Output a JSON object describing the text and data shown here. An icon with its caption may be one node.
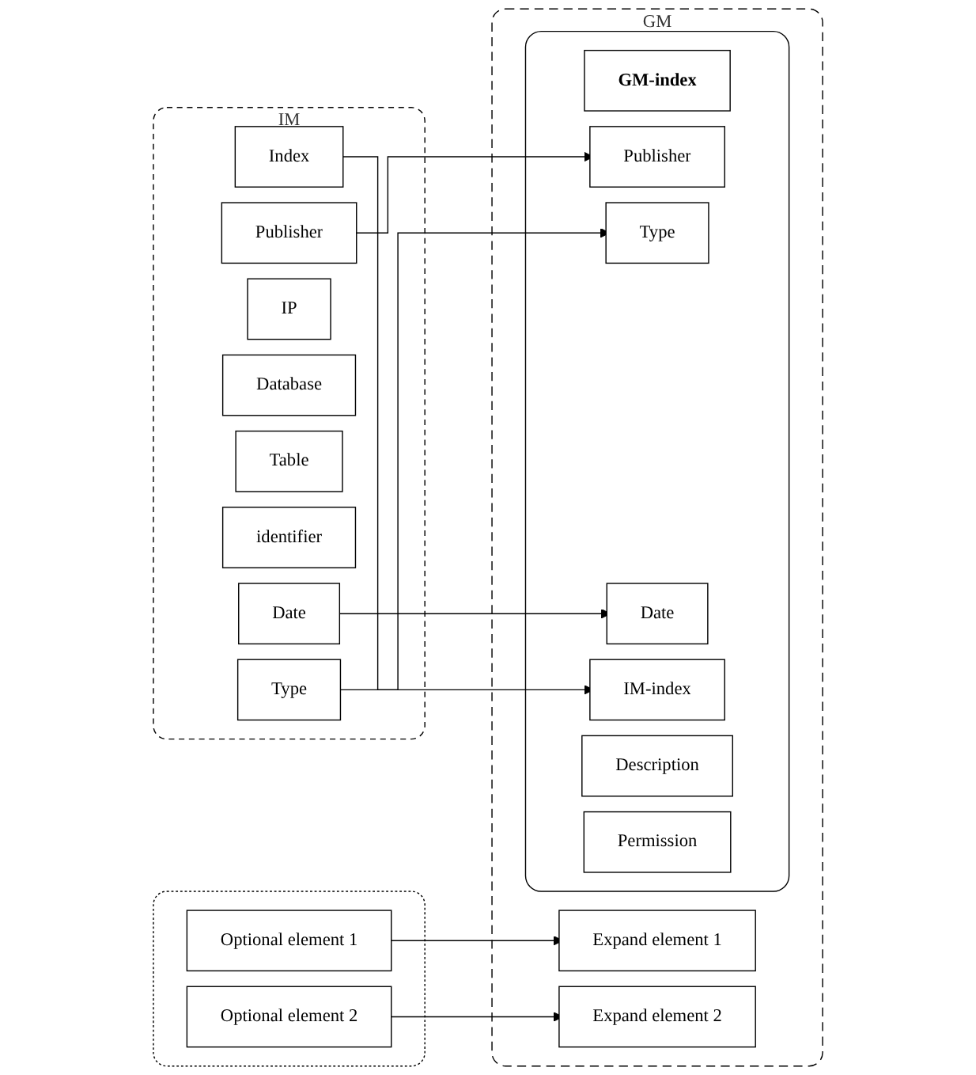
{
  "diagram": {
    "nodes": [
      {
        "text": [
          "IM"
        ]
      },
      {
        "text": [
          "Index"
        ],
        "in": 0
      },
      {
        "text": [
          "Publisher"
        ],
        "in": 0
      },
      {
        "text": [
          "IP"
        ],
        "in": 0
      },
      {
        "text": [
          "Database"
        ],
        "in": 0
      },
      {
        "text": [
          "Table"
        ],
        "in": 0
      },
      {
        "text": [
          "identifier"
        ],
        "in": 0
      },
      {
        "text": [
          "Date"
        ],
        "in": 0
      },
      {
        "text": [
          "Type"
        ],
        "in": 0
      },
      {
        "text": [
          "GM"
        ]
      },
      {
        "text": [],
        "shape": "box",
        "in": 9
      },
      {
        "text": [
          "GM-index"
        ],
        "in": 10
      },
      {
        "text": [
          "Publisher"
        ],
        "in": 10
      },
      {
        "text": [
          "Type"
        ],
        "in": 10
      },
      {
        "text": [
          "Date"
        ],
        "in": 10
      },
      {
        "text": [
          "IM-index"
        ],
        "in": 10
      },
      {
        "text": [
          "Description"
        ],
        "in": 10
      },
      {
        "text": [
          "Permission"
        ],
        "in": 10
      },
      {
        "text": [],
        "shape": "box"
      },
      {
        "text": [
          "Optional element 1"
        ],
        "in": 18
      },
      {
        "text": [
          "Optional element 2"
        ],
        "in": 18
      },
      {
        "text": [
          "Expand element 1"
        ],
        "in": 9
      },
      {
        "text": [
          "Expand element 2"
        ],
        "in": 9
      }
    ],
    "edges": [
      {
        "from": 1,
        "to": 15,
        "arrow": "to"
      },
      {
        "from": 2,
        "to": 12,
        "arrow": "to"
      },
      {
        "from": 8,
        "to": 13,
        "arrow": "to"
      },
      {
        "from": 7,
        "to": 14,
        "arrow": "to"
      },
      {
        "from": 19,
        "to": 21,
        "arrow": "to"
      },
      {
        "from": 20,
        "to": 22,
        "arrow": "to"
      }
    ]
  }
}
